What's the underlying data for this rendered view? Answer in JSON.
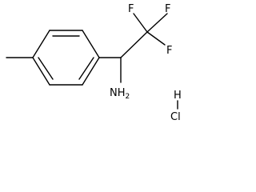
{
  "molecule": {
    "atoms": {
      "fluorine_1": "F",
      "fluorine_2": "F",
      "fluorine_3": "F",
      "amine_n": "NH",
      "amine_h_count": "2",
      "hcl_h": "H",
      "hcl_cl": "Cl"
    }
  }
}
